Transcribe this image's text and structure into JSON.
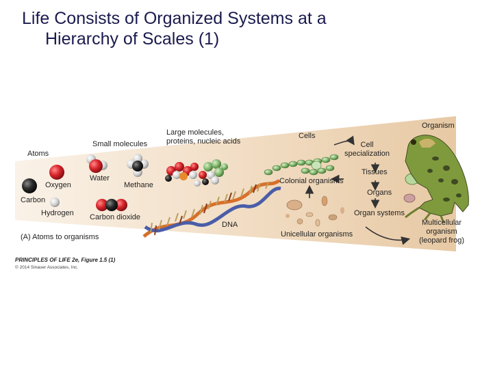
{
  "title": {
    "line1": "Life Consists of Organized Systems at a",
    "line2": "Hierarchy of Scales (1)"
  },
  "figure": {
    "labels": {
      "atoms": "Atoms",
      "small_molecules": "Small molecules",
      "large_molecules": "Large molecules,\nproteins, nucleic acids",
      "cells": "Cells",
      "organism": "Organism",
      "oxygen": "Oxygen",
      "water": "Water",
      "methane": "Methane",
      "carbon": "Carbon",
      "hydrogen": "Hydrogen",
      "carbon_dioxide": "Carbon dioxide",
      "dna": "DNA",
      "cell_specialization": "Cell\nspecialization",
      "colonial_organisms": "Colonial organisms",
      "tissues": "Tissues",
      "organs": "Organs",
      "organ_systems": "Organ systems",
      "unicellular_organisms": "Unicellular organisms",
      "multicellular": "Multicellular\norganism\n(leopard frog)",
      "panel": "(A)  Atoms to organisms"
    },
    "credit_line1": "PRINCIPLES OF LIFE 2e, Figure 1.5 (1)",
    "credit_line2": "© 2014 Sinauer Associates, Inc.",
    "colors": {
      "band_light": "#f7ecdf",
      "band_dark": "#e9cfae",
      "oxygen": "#d9262c",
      "carbon": "#2b2b2b",
      "hydrogen": "#c8c8c8",
      "dna_orange": "#d8702a",
      "dna_blue": "#4a5da8",
      "colony_green": "#7db36a",
      "frog_green": "#7f9a3c",
      "frog_spot": "#3f4a22"
    }
  }
}
